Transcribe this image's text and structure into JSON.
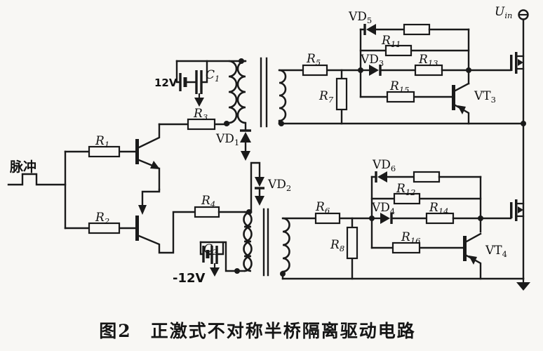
{
  "colors": {
    "line": "#1a1a1a",
    "background": "#f8f7f4"
  },
  "caption": "图2　正激式不对称半桥隔离驱动电路",
  "input": {
    "pulse_label": "脉冲"
  },
  "supplies": {
    "v12": "12V",
    "vneg12": "-12V"
  },
  "labels": {
    "r1": {
      "base": "R",
      "sub": "1"
    },
    "r2": {
      "base": "R",
      "sub": "2"
    },
    "r3": {
      "base": "R",
      "sub": "3"
    },
    "r4": {
      "base": "R",
      "sub": "4"
    },
    "r5": {
      "base": "R",
      "sub": "5"
    },
    "r6": {
      "base": "R",
      "sub": "6"
    },
    "r7": {
      "base": "R",
      "sub": "7"
    },
    "r8": {
      "base": "R",
      "sub": "8"
    },
    "r11": {
      "base": "R",
      "sub": "11"
    },
    "r12": {
      "base": "R",
      "sub": "12"
    },
    "r13": {
      "base": "R",
      "sub": "13"
    },
    "r14": {
      "base": "R",
      "sub": "14"
    },
    "r15": {
      "base": "R",
      "sub": "15"
    },
    "r16": {
      "base": "R",
      "sub": "16"
    },
    "c1": {
      "base": "C",
      "sub": "1"
    },
    "c2": {
      "base": "C",
      "sub": "2"
    },
    "vd1": {
      "base": "VD",
      "sub": "1"
    },
    "vd2": {
      "base": "VD",
      "sub": "2"
    },
    "vd3": {
      "base": "VD",
      "sub": "3"
    },
    "vd4": {
      "base": "VD",
      "sub": "4"
    },
    "vd5": {
      "base": "VD",
      "sub": "5"
    },
    "vd6": {
      "base": "VD",
      "sub": "6"
    },
    "vt3": {
      "base": "VT",
      "sub": "3"
    },
    "vt4": {
      "base": "VT",
      "sub": "4"
    },
    "uin": {
      "base": "U",
      "sub": "in"
    }
  }
}
